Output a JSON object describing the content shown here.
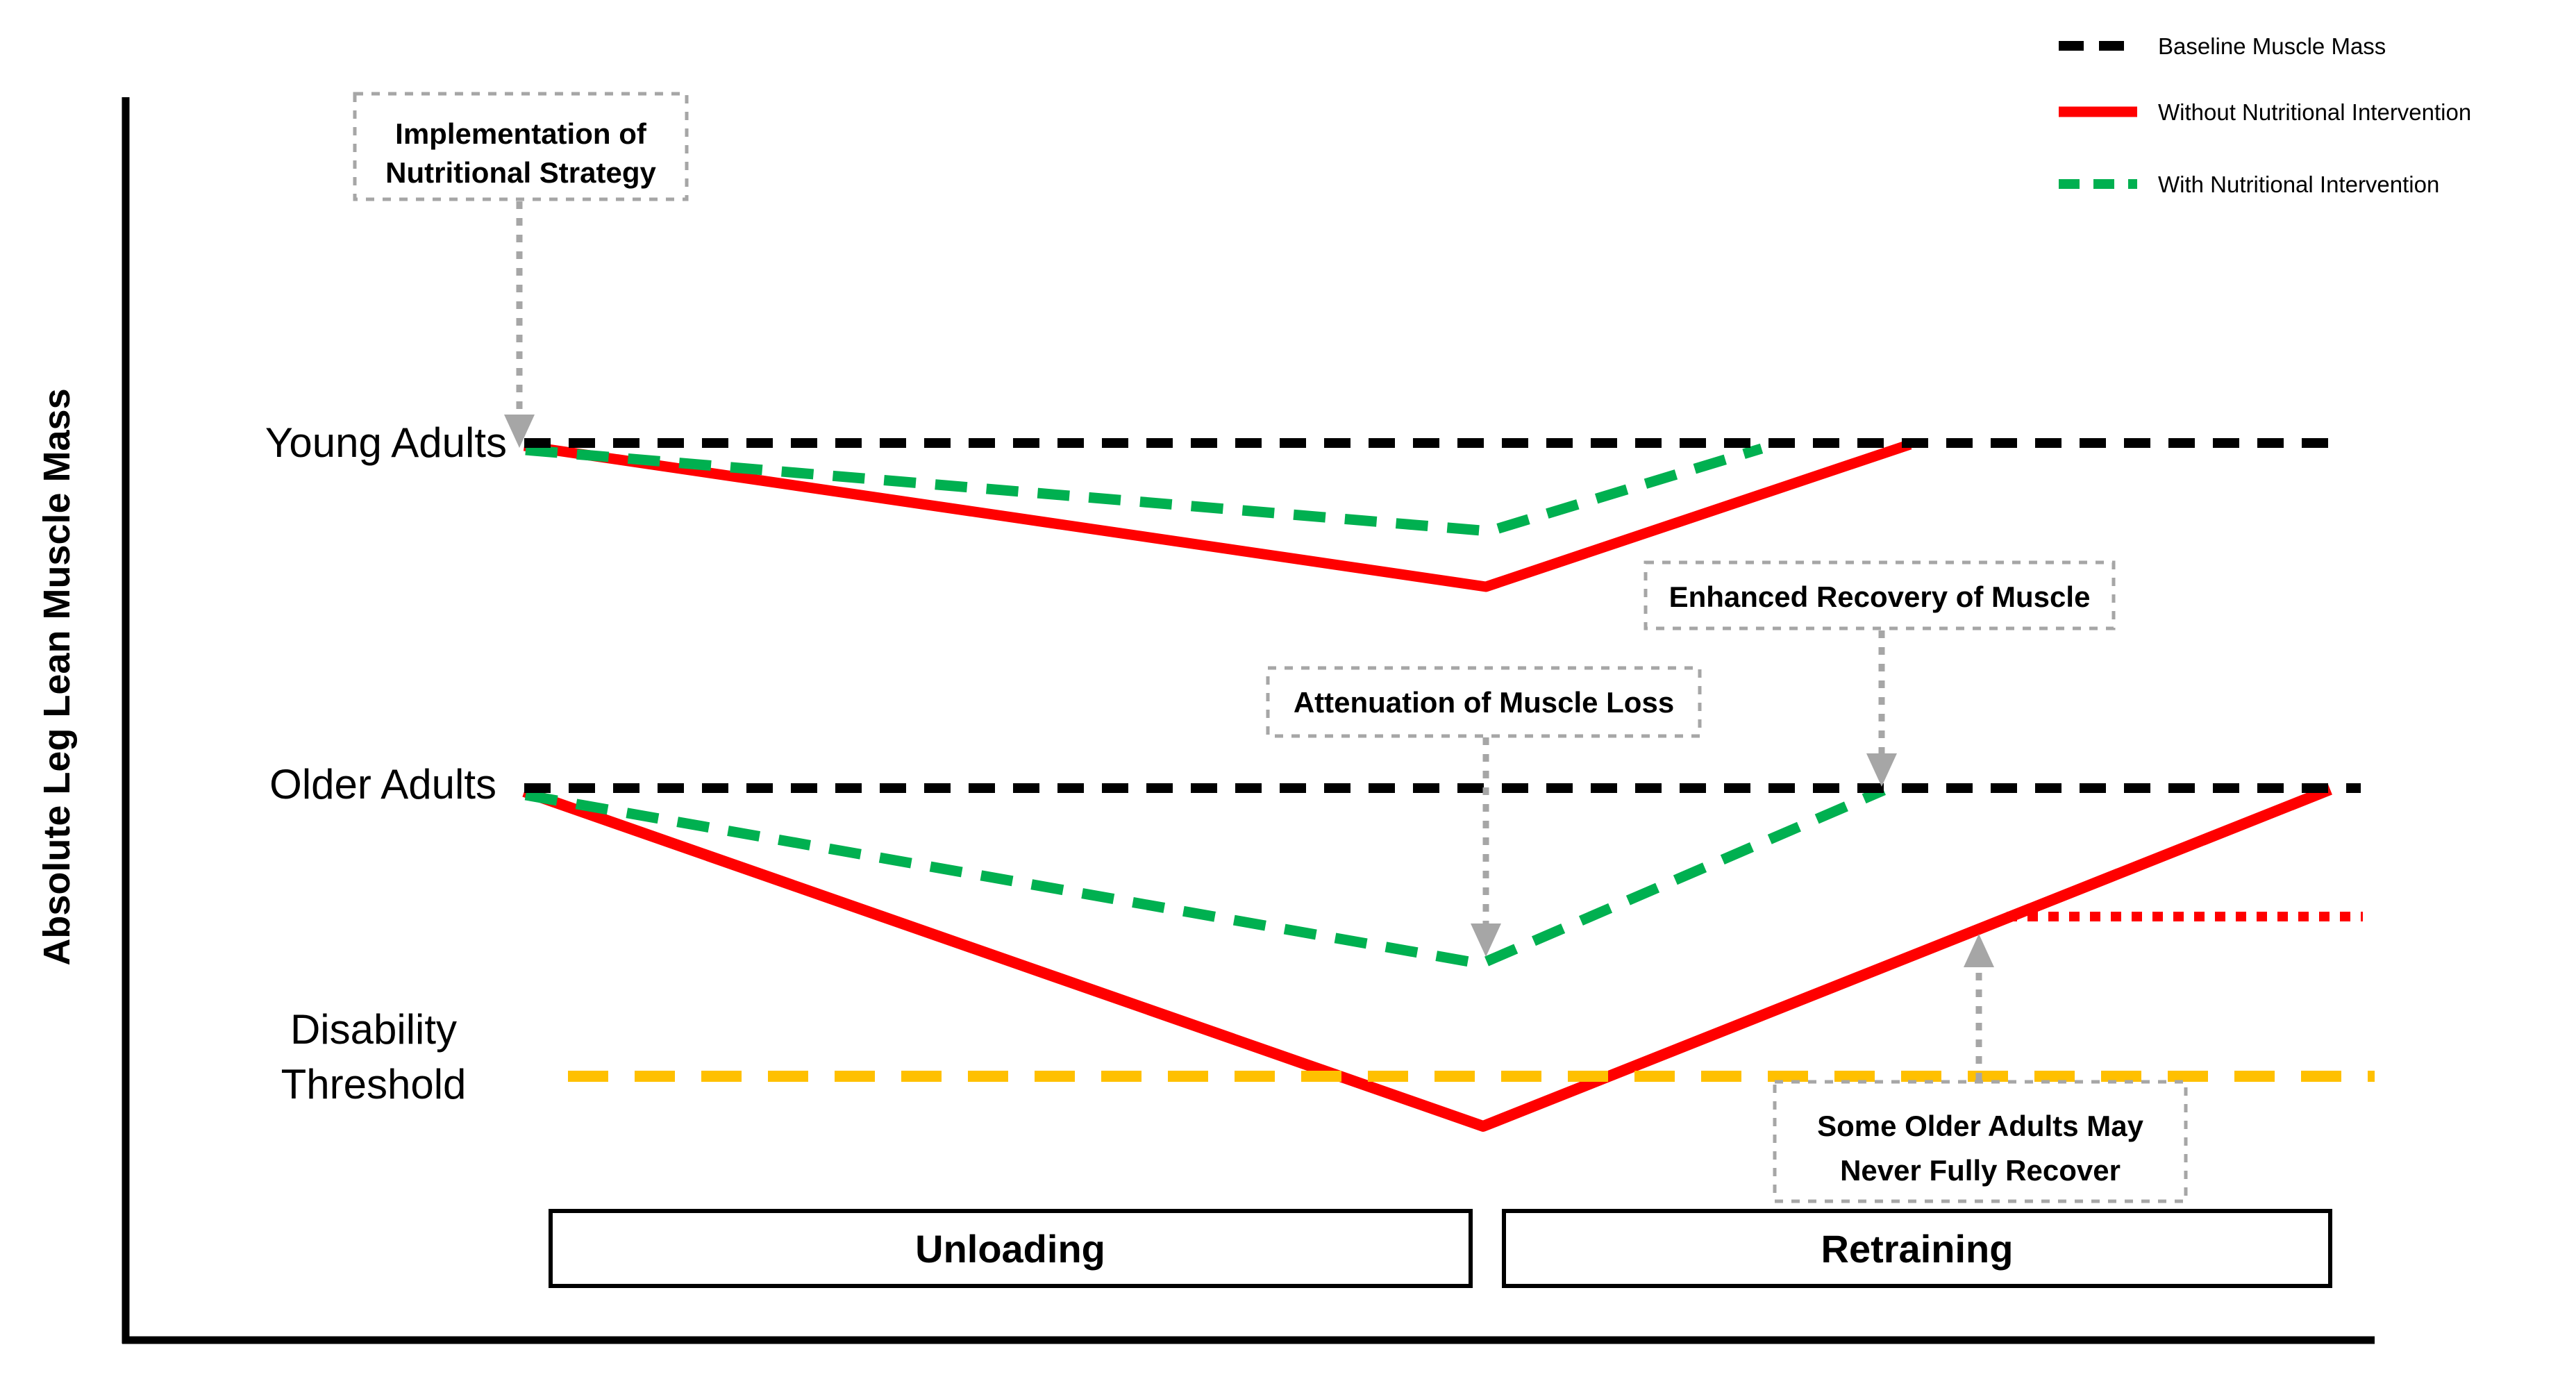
{
  "figure": {
    "y_axis_label": "Absolute Leg Lean Muscle Mass",
    "group_labels": {
      "young": "Young Adults",
      "older": "Older Adults"
    },
    "threshold_label": {
      "line1": "Disability",
      "line2": "Threshold"
    },
    "phases": {
      "unloading": "Unloading",
      "retraining": "Retraining"
    }
  },
  "legend": {
    "items": [
      {
        "label": "Baseline Muscle Mass",
        "style": "dashed",
        "color": "#000000"
      },
      {
        "label": "Without Nutritional Intervention",
        "style": "solid",
        "color": "#FF0000"
      },
      {
        "label": "With Nutritional Intervention",
        "style": "dashed",
        "color": "#00B050"
      }
    ]
  },
  "annotations": {
    "implementation": {
      "line1": "Implementation of",
      "line2": "Nutritional Strategy"
    },
    "attenuation": {
      "text": "Attenuation of Muscle Loss"
    },
    "enhanced": {
      "text": "Enhanced Recovery of Muscle"
    },
    "never_recover": {
      "line1": "Some Older Adults May",
      "line2": "Never Fully Recover"
    }
  },
  "colors": {
    "baseline": "#000000",
    "without_intervention": "#FF0000",
    "with_intervention": "#00B050",
    "threshold": "#FFC000",
    "annotation_gray": "#A6A6A6",
    "never_recover_line": "#FF0000"
  },
  "chart_data": {
    "type": "line",
    "title": "",
    "xlabel": "",
    "ylabel": "Absolute Leg Lean Muscle Mass",
    "x_unit": "percent of timeline (conceptual, no numeric axis shown)",
    "y_unit": "arbitrary units (conceptual, no numeric axis shown)",
    "ylim": [
      0,
      110
    ],
    "grid": false,
    "legend_position": "top-right",
    "phases": [
      {
        "label": "Unloading",
        "x_range": [
          0,
          50
        ]
      },
      {
        "label": "Retraining",
        "x_range": [
          50,
          100
        ]
      }
    ],
    "series": [
      {
        "name": "Young Adults — Baseline Muscle Mass",
        "color": "#000000",
        "style": "dashed",
        "x": [
          0,
          100
        ],
        "y": [
          100,
          100
        ]
      },
      {
        "name": "Young Adults — Without Nutritional Intervention",
        "color": "#FF0000",
        "style": "solid",
        "x": [
          0,
          52,
          75
        ],
        "y": [
          100,
          84,
          100
        ]
      },
      {
        "name": "Young Adults — With Nutritional Intervention",
        "color": "#00B050",
        "style": "dashed",
        "x": [
          0,
          52,
          67
        ],
        "y": [
          100,
          90,
          100
        ]
      },
      {
        "name": "Older Adults — Baseline Muscle Mass",
        "color": "#000000",
        "style": "dashed",
        "x": [
          0,
          100
        ],
        "y": [
          62,
          62
        ]
      },
      {
        "name": "Older Adults — Without Nutritional Intervention",
        "color": "#FF0000",
        "style": "solid",
        "x": [
          0,
          52,
          98
        ],
        "y": [
          62,
          24,
          62
        ]
      },
      {
        "name": "Older Adults — With Nutritional Intervention",
        "color": "#00B050",
        "style": "dashed",
        "x": [
          0,
          52,
          74
        ],
        "y": [
          62,
          42,
          62
        ]
      },
      {
        "name": "Disability Threshold",
        "color": "#FFC000",
        "style": "dashed",
        "x": [
          2,
          100
        ],
        "y": [
          29,
          29
        ]
      },
      {
        "name": "Some Older Adults May Never Fully Recover (plateau)",
        "color": "#FF0000",
        "style": "dotted",
        "x": [
          81,
          100
        ],
        "y": [
          47,
          47
        ]
      }
    ],
    "annotations": [
      {
        "text": "Implementation of Nutritional Strategy",
        "points_to": "start of intervention lines at baseline"
      },
      {
        "text": "Attenuation of Muscle Loss",
        "points_to": "older adults green trough"
      },
      {
        "text": "Enhanced Recovery of Muscle",
        "points_to": "older adults green line rejoining baseline"
      },
      {
        "text": "Some Older Adults May Never Fully Recover",
        "points_to": "red dotted plateau below baseline"
      }
    ]
  }
}
